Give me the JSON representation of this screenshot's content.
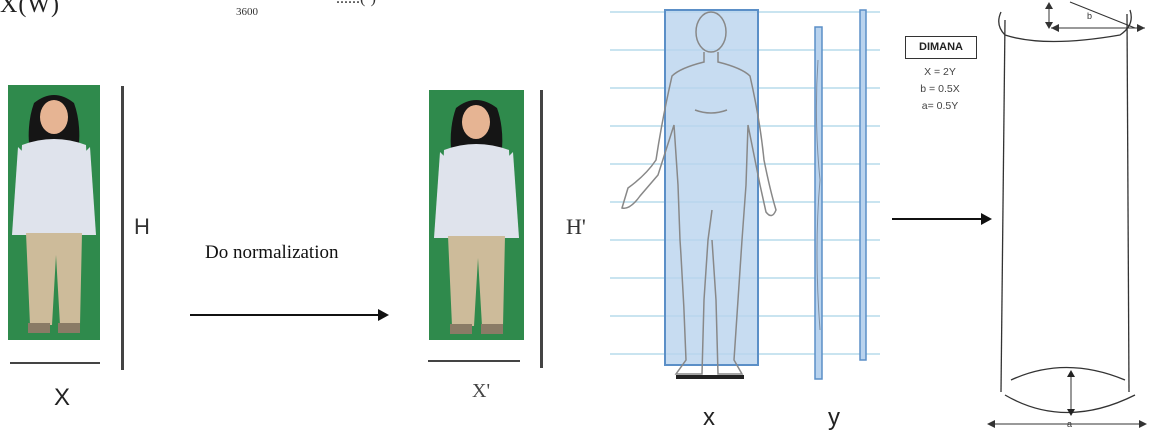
{
  "formula": {
    "main": "X(W)",
    "sub": "3600",
    "end": "......(·)"
  },
  "original": {
    "height_label": "H",
    "width_label": "X"
  },
  "step": {
    "label": "Do normalization"
  },
  "normalized": {
    "height_label": "H'",
    "width_label": "X'"
  },
  "body_model": {
    "width_label": "x",
    "depth_label": "y"
  },
  "dimana": {
    "title": "DIMANA",
    "lines": [
      "X = 2Y",
      "b = 0.5X",
      "a= 0.5Y"
    ]
  },
  "cylinder": {
    "top_label": "b",
    "bottom_label": "a"
  },
  "colors": {
    "photo_bg": "#2f8a4c",
    "shirt": "#dfe3ec",
    "pants": "#cdbb9a",
    "hair": "#151515",
    "skin": "#e6b493",
    "body_box": "#b9d3ee",
    "body_box_border": "#5b8fc7",
    "guideline": "#b7dcec"
  }
}
